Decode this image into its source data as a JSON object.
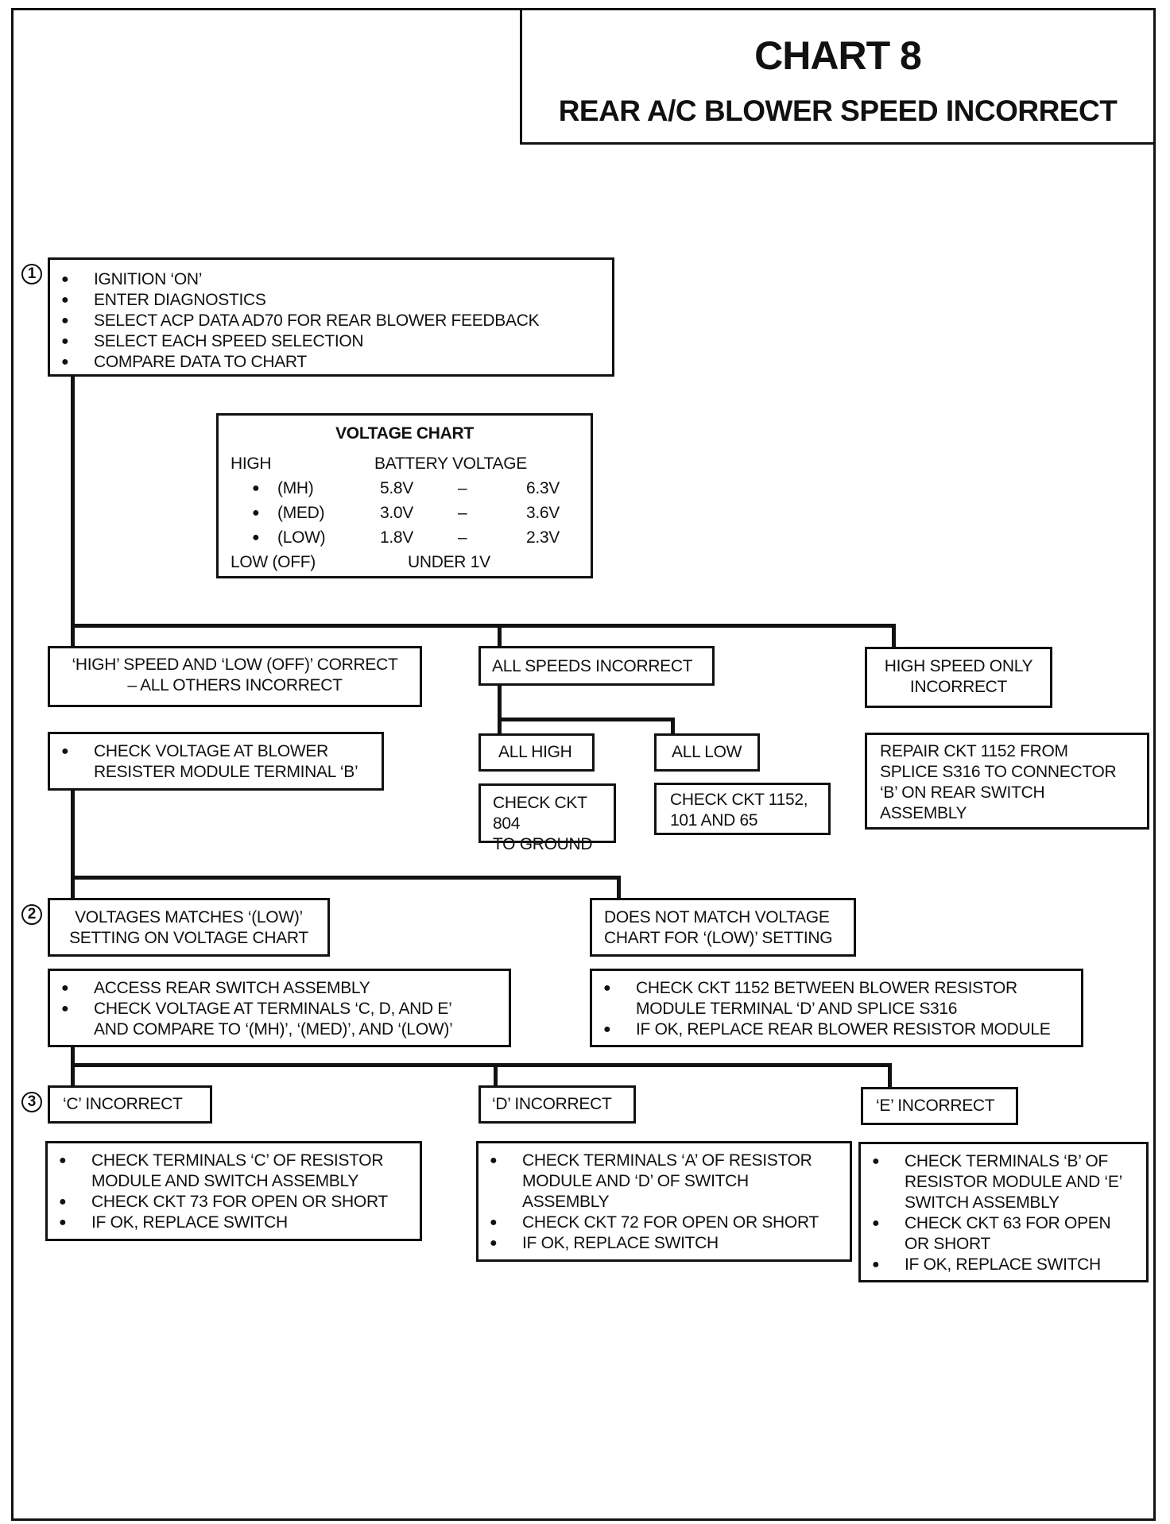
{
  "title": {
    "main": "CHART 8",
    "sub": "REAR A/C BLOWER SPEED INCORRECT"
  },
  "steps": [
    "1",
    "2",
    "3"
  ],
  "step1": {
    "items": [
      "IGNITION ‘ON’",
      "ENTER DIAGNOSTICS",
      "SELECT ACP DATA AD70 FOR REAR BLOWER FEEDBACK",
      "SELECT EACH SPEED SELECTION",
      "COMPARE DATA TO CHART"
    ]
  },
  "voltage_chart": {
    "title": "VOLTAGE CHART",
    "high_label": "HIGH",
    "battery_label": "BATTERY VOLTAGE",
    "rows": [
      {
        "name": "(MH)",
        "min": "5.8V",
        "dash": "–",
        "max": "6.3V"
      },
      {
        "name": "(MED)",
        "min": "3.0V",
        "dash": "–",
        "max": "3.6V"
      },
      {
        "name": "(LOW)",
        "min": "1.8V",
        "dash": "–",
        "max": "2.3V"
      }
    ],
    "low_label": "LOW (OFF)",
    "low_value": "UNDER 1V"
  },
  "branch_a": {
    "label": "‘HIGH’ SPEED AND ‘LOW (OFF)’ CORRECT\n– ALL OTHERS INCORRECT",
    "action": "CHECK VOLTAGE AT BLOWER\nRESISTER MODULE TERMINAL ‘B’"
  },
  "branch_b": {
    "label": "ALL SPEEDS INCORRECT",
    "all_high": "ALL HIGH",
    "all_low": "ALL LOW",
    "high_action": "CHECK CKT 804\nTO GROUND",
    "low_action": "CHECK CKT 1152,\n101 AND 65"
  },
  "branch_c": {
    "label": "HIGH SPEED ONLY\nINCORRECT",
    "action": "REPAIR CKT 1152 FROM\nSPLICE S316 TO CONNECTOR\n‘B’ ON REAR SWITCH\nASSEMBLY"
  },
  "step2": {
    "match_label": "VOLTAGES MATCHES ‘(LOW)’\nSETTING ON VOLTAGE CHART",
    "match_items": [
      "ACCESS REAR SWITCH ASSEMBLY",
      "CHECK VOLTAGE AT TERMINALS ‘C, D, AND E’\nAND COMPARE TO ‘(MH)’, ‘(MED)’, AND ‘(LOW)’"
    ],
    "nomatch_label": "DOES NOT MATCH VOLTAGE\nCHART FOR ‘(LOW)’ SETTING",
    "nomatch_items": [
      "CHECK CKT 1152 BETWEEN BLOWER RESISTOR\nMODULE TERMINAL ‘D’ AND SPLICE S316",
      "IF OK, REPLACE REAR BLOWER RESISTOR MODULE"
    ]
  },
  "step3": {
    "c_label": "‘C’ INCORRECT",
    "c_items": [
      "CHECK TERMINALS ‘C’ OF RESISTOR\nMODULE AND SWITCH ASSEMBLY",
      "CHECK CKT 73 FOR OPEN OR SHORT",
      "IF OK, REPLACE SWITCH"
    ],
    "d_label": "‘D’ INCORRECT",
    "d_items": [
      "CHECK TERMINALS ‘A’ OF RESISTOR\nMODULE AND ‘D’ OF SWITCH\nASSEMBLY",
      "CHECK CKT 72 FOR OPEN OR SHORT",
      "IF OK, REPLACE SWITCH"
    ],
    "e_label": "‘E’ INCORRECT",
    "e_items": [
      "CHECK TERMINALS ‘B’ OF\nRESISTOR MODULE AND ‘E’\nSWITCH ASSEMBLY",
      "CHECK CKT 63 FOR OPEN\nOR SHORT",
      "IF OK, REPLACE SWITCH"
    ]
  }
}
